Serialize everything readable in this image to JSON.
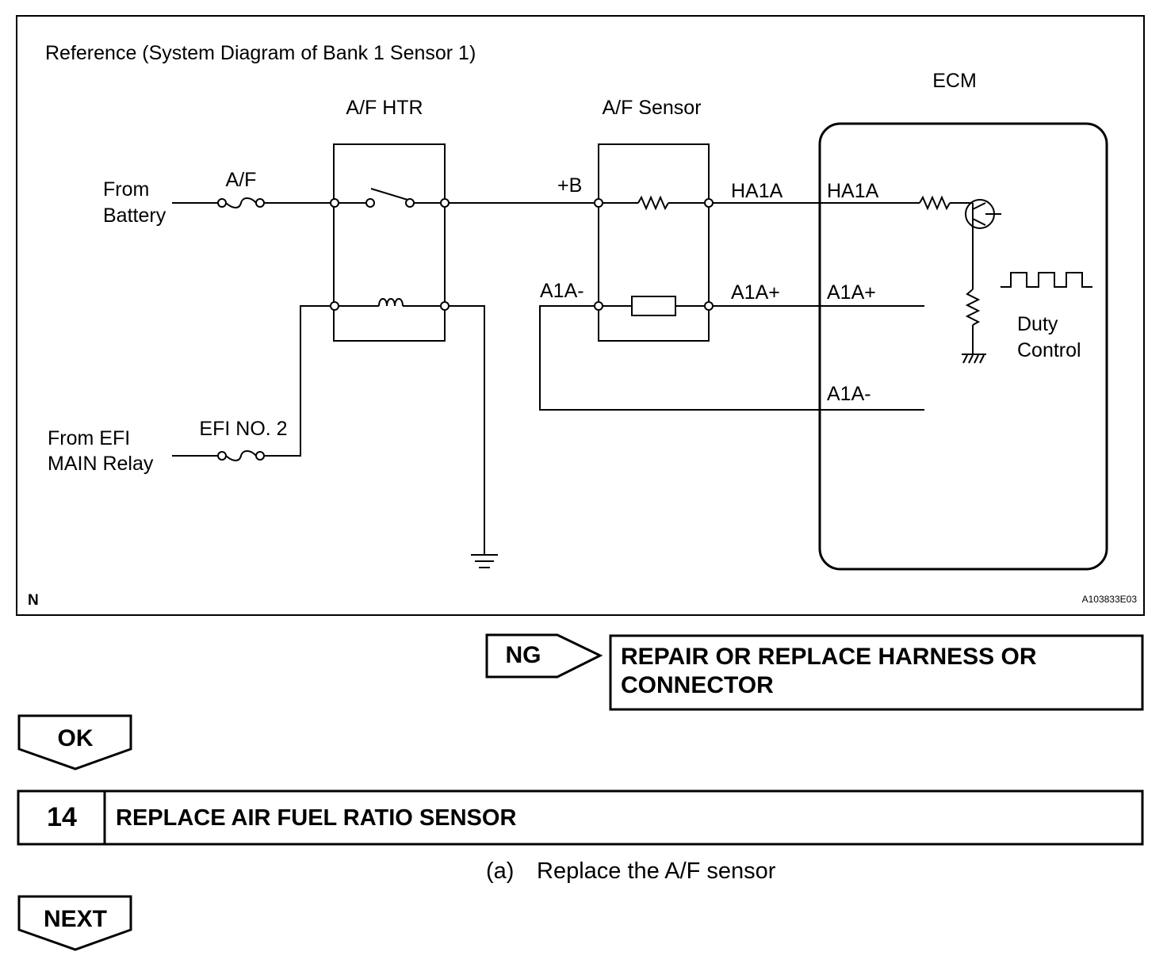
{
  "diagram": {
    "title": "Reference (System Diagram of Bank 1 Sensor 1)",
    "figure_id": "A103833E03",
    "corner_mark": "N",
    "components": {
      "af_htr": "A/F HTR",
      "af_sensor": "A/F Sensor",
      "ecm": "ECM"
    },
    "sources": {
      "battery_line1": "From",
      "battery_line2": "Battery",
      "efi_line1": "From EFI",
      "efi_line2": "MAIN Relay"
    },
    "fuses": {
      "af": "A/F",
      "efi": "EFI NO. 2"
    },
    "terminals": {
      "plus_b": "+B",
      "ha1a_sensor": "HA1A",
      "ha1a_ecm": "HA1A",
      "a1a_minus_sensor": "A1A-",
      "a1a_plus_sensor": "A1A+",
      "a1a_plus_ecm": "A1A+",
      "a1a_minus_ecm": "A1A-"
    },
    "duty_line1": "Duty",
    "duty_line2": "Control"
  },
  "flow": {
    "ng_label": "NG",
    "ng_action_line1": "REPAIR OR REPLACE HARNESS OR",
    "ng_action_line2": "CONNECTOR",
    "ok_label": "OK",
    "step_number": "14",
    "step_title": "REPLACE AIR FUEL RATIO SENSOR",
    "substep_marker": "(a)",
    "substep_text": "Replace the A/F sensor",
    "next_label": "NEXT"
  }
}
